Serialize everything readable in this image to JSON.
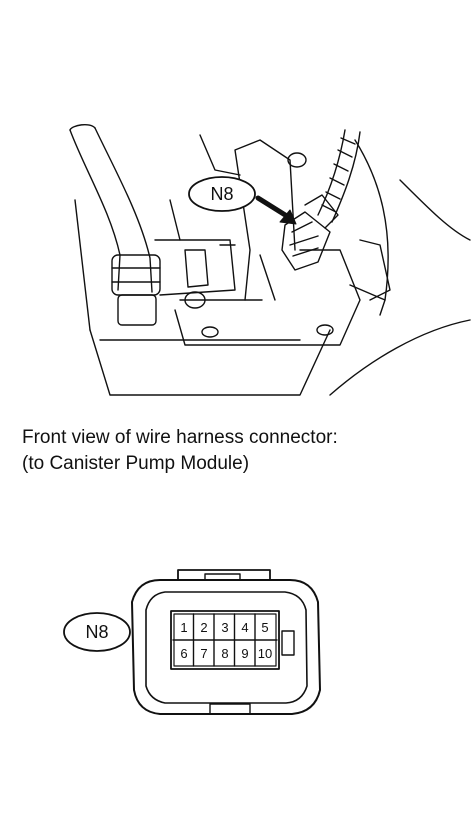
{
  "engine_view": {
    "callout_label": "N8"
  },
  "caption": {
    "line1": "Front view of wire harness connector:",
    "line2": "(to Canister Pump Module)"
  },
  "connector": {
    "callout_label": "N8",
    "pins_top": [
      "1",
      "2",
      "3",
      "4",
      "5"
    ],
    "pins_bottom": [
      "6",
      "7",
      "8",
      "9",
      "10"
    ]
  }
}
